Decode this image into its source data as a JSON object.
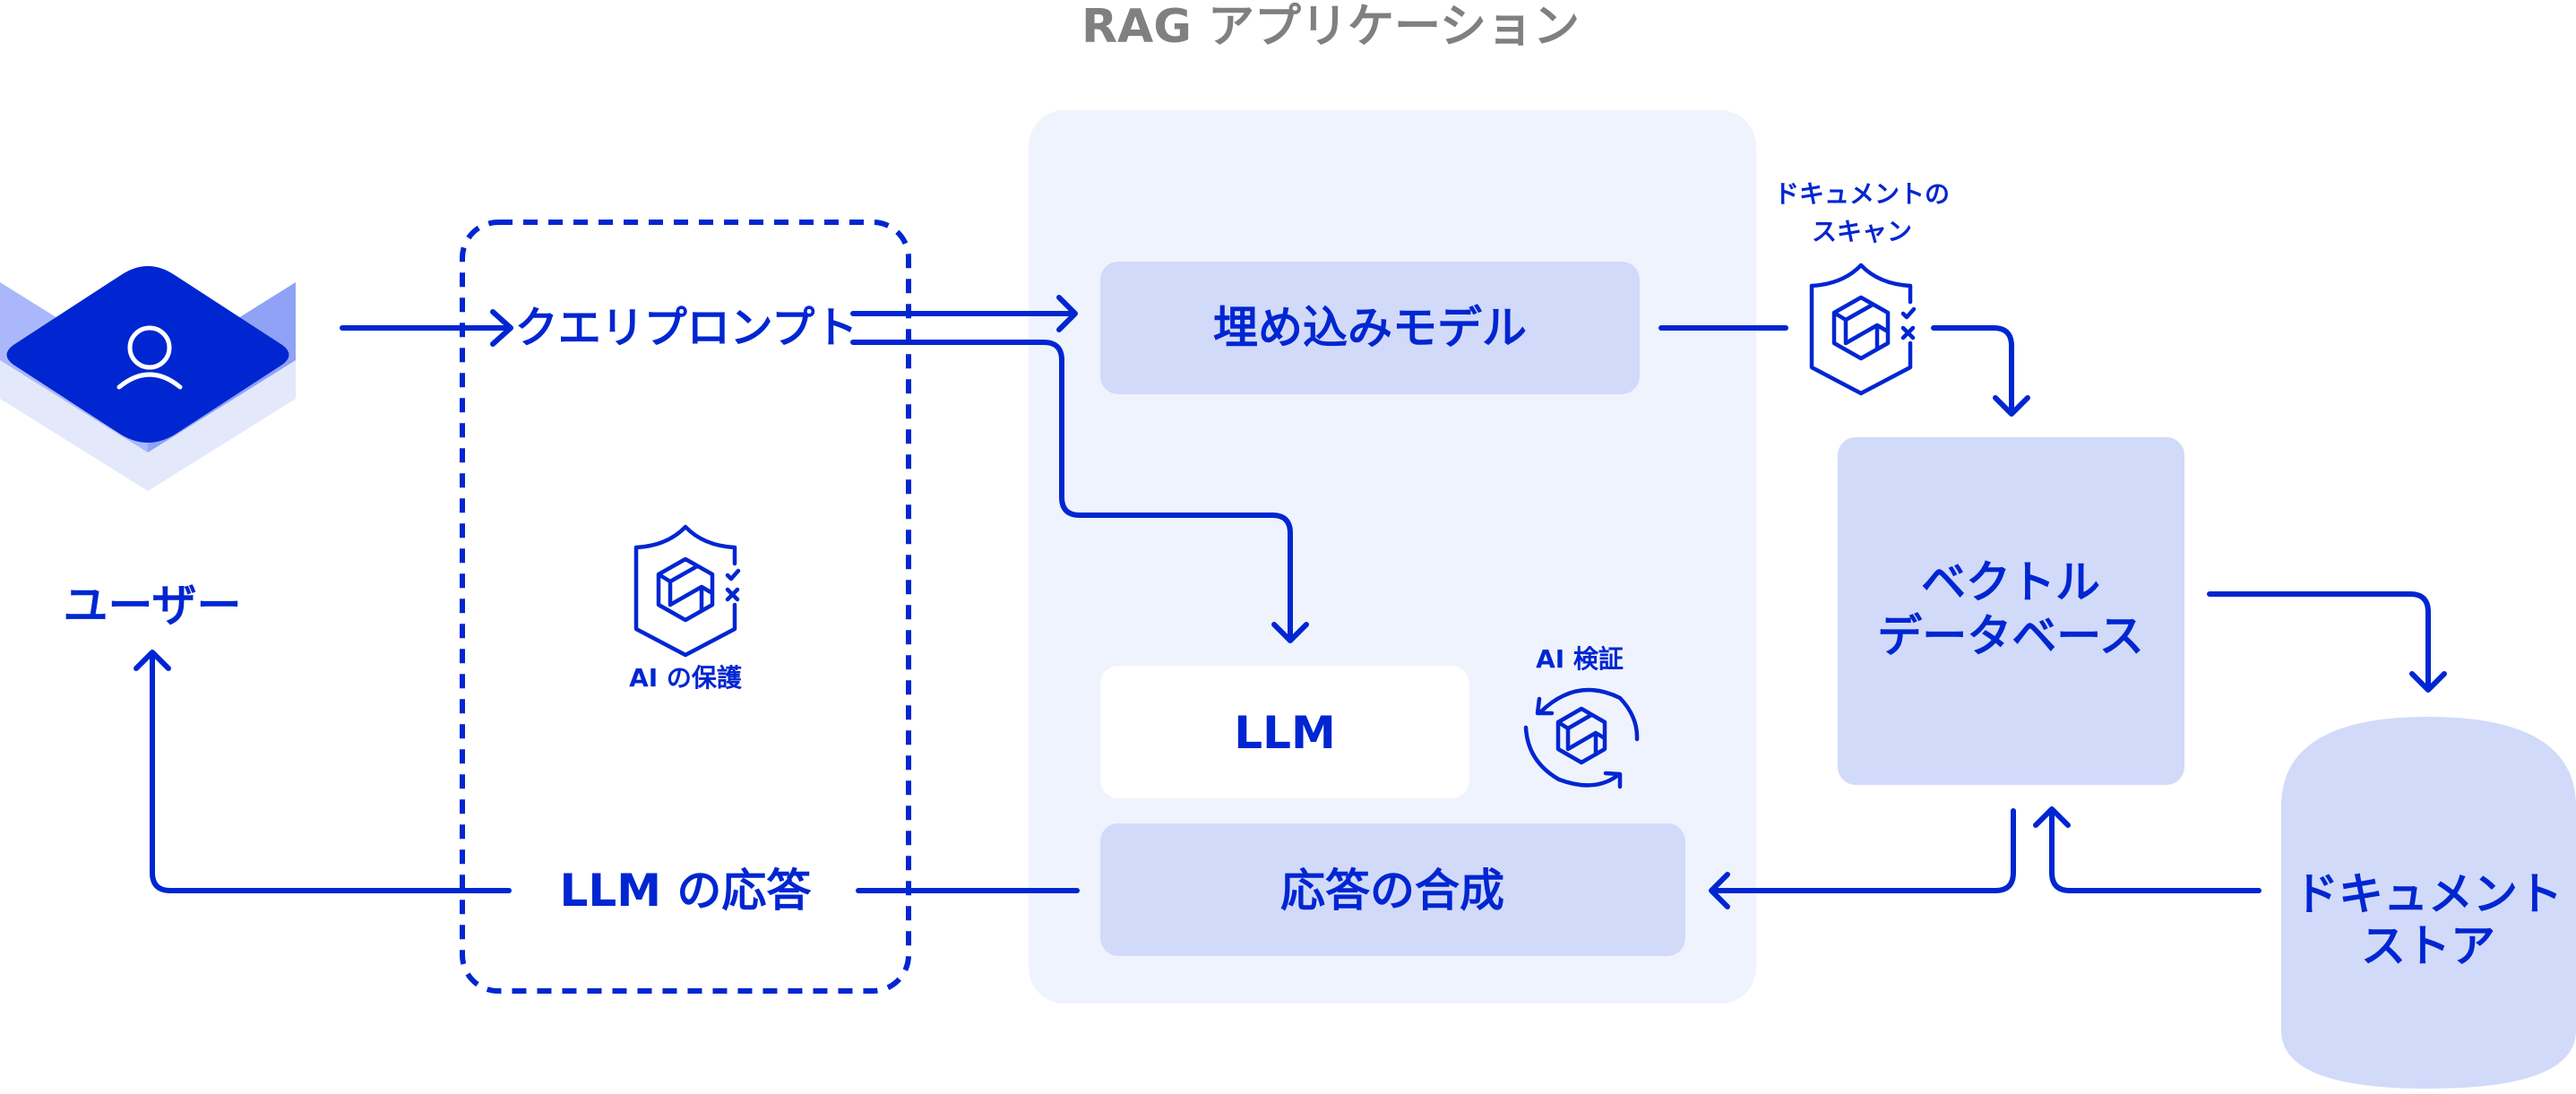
{
  "title": "RAG アプリケーション",
  "colors": {
    "primary": "#0026d1",
    "node_fill": "#d2dafa",
    "app_container": "#eff3fd",
    "llm_fill": "#ffffff",
    "title_gray": "#808080",
    "user_top": "#0026d1",
    "user_side_left": "#aab8fb",
    "user_side_right": "#8fa2f6",
    "user_shadow": "#e3e8fb"
  },
  "nodes": {
    "user": {
      "label": "ユーザー",
      "icon": "person-icon"
    },
    "query_prompt": {
      "label": "クエリプロンプト"
    },
    "ai_protection": {
      "label": "AI の保護",
      "icon": "shield-check-icon"
    },
    "llm_response": {
      "label": "LLM の応答"
    },
    "embedding_model": {
      "label": "埋め込みモデル"
    },
    "llm": {
      "label": "LLM"
    },
    "ai_verification": {
      "label": "AI 検証",
      "icon": "refresh-cube-icon"
    },
    "response_synthesis": {
      "label": "応答の合成"
    },
    "document_scan": {
      "label_line1": "ドキュメントの",
      "label_line2": "スキャン",
      "icon": "shield-check-icon"
    },
    "vector_db": {
      "label_line1": "ベクトル",
      "label_line2": "データベース"
    },
    "document_store": {
      "label_line1": "ドキュメント",
      "label_line2": "ストア"
    }
  },
  "edges": [
    {
      "from": "user",
      "to": "query_prompt"
    },
    {
      "from": "query_prompt",
      "to": "embedding_model"
    },
    {
      "from": "query_prompt",
      "to": "llm"
    },
    {
      "from": "embedding_model",
      "to": "document_scan"
    },
    {
      "from": "document_scan",
      "to": "vector_db"
    },
    {
      "from": "vector_db",
      "to": "document_store"
    },
    {
      "from": "document_store",
      "to": "vector_db"
    },
    {
      "from": "vector_db",
      "to": "response_synthesis"
    },
    {
      "from": "response_synthesis",
      "to": "llm_response"
    },
    {
      "from": "llm_response",
      "to": "user"
    }
  ]
}
